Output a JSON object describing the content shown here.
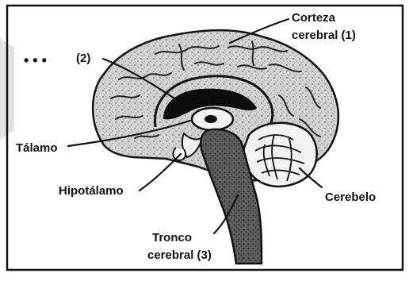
{
  "colors": {
    "ink": "#111111",
    "tissue": "#c9c9c9",
    "stem": "#5a5a5a",
    "dark_region": "#0d0d0d",
    "side_tab": "#e3e3e3"
  },
  "figure": {
    "ellipsis": "• • •",
    "labels": {
      "corteza_line1": "Corteza",
      "corteza_line2": "cerebral (1)",
      "num2": "(2)",
      "talamo": "Tálamo",
      "hipotalamo": "Hipotálamo",
      "cerebelo": "Cerebelo",
      "tronco_line1": "Tronco",
      "tronco_line2": "cerebral (3)"
    }
  }
}
